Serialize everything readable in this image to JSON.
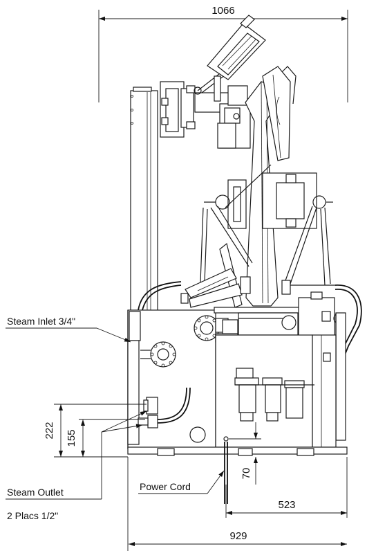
{
  "dimensions": {
    "overall_height": "1066",
    "depth_top": "222",
    "depth_inner": "155",
    "cord_offset": "70",
    "cord_to_edge": "523",
    "base_width": "929"
  },
  "labels": {
    "steam_inlet": "Steam Inlet 3/4\"",
    "steam_outlet": "Steam Outlet",
    "steam_outlet_qty": "2 Placs 1/2\"",
    "power_cord": "Power Cord"
  }
}
